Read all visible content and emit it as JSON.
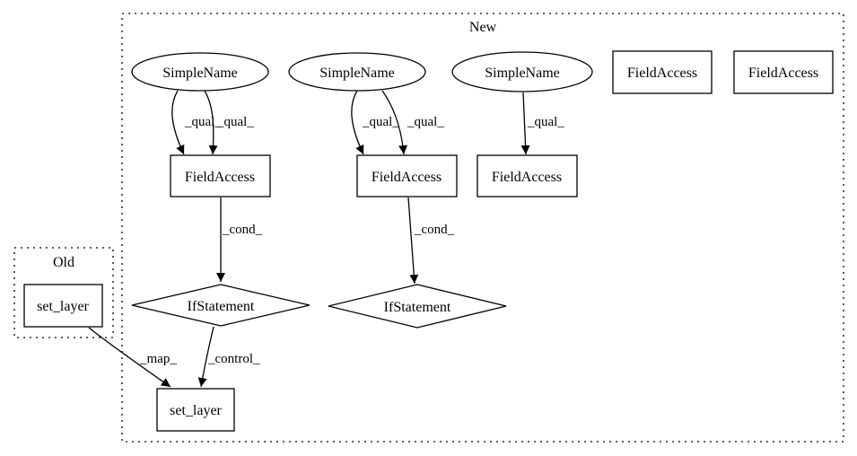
{
  "clusters": {
    "new": {
      "label": "New"
    },
    "old": {
      "label": "Old"
    }
  },
  "nodes": {
    "sn1": {
      "label": "SimpleName",
      "shape": "ellipse"
    },
    "sn2": {
      "label": "SimpleName",
      "shape": "ellipse"
    },
    "sn3": {
      "label": "SimpleName",
      "shape": "ellipse"
    },
    "fa_top1": {
      "label": "FieldAccess",
      "shape": "box"
    },
    "fa_top2": {
      "label": "FieldAccess",
      "shape": "box"
    },
    "fa1": {
      "label": "FieldAccess",
      "shape": "box"
    },
    "fa2": {
      "label": "FieldAccess",
      "shape": "box"
    },
    "fa3": {
      "label": "FieldAccess",
      "shape": "box"
    },
    "if1": {
      "label": "IfStatement",
      "shape": "diamond"
    },
    "if2": {
      "label": "IfStatement",
      "shape": "diamond"
    },
    "set_new": {
      "label": "set_layer",
      "shape": "box"
    },
    "set_old": {
      "label": "set_layer",
      "shape": "box"
    }
  },
  "edges": [
    {
      "from": "SimpleName",
      "to": "FieldAccess",
      "label": "_qual_"
    },
    {
      "from": "SimpleName",
      "to": "FieldAccess",
      "label": "_qual_"
    },
    {
      "from": "SimpleName",
      "to": "FieldAccess",
      "label": "_qual_"
    },
    {
      "from": "SimpleName",
      "to": "FieldAccess",
      "label": "_qual_"
    },
    {
      "from": "SimpleName",
      "to": "FieldAccess",
      "label": "_qual_"
    },
    {
      "from": "FieldAccess",
      "to": "IfStatement",
      "label": "_cond_"
    },
    {
      "from": "FieldAccess",
      "to": "IfStatement",
      "label": "_cond_"
    },
    {
      "from": "IfStatement",
      "to": "set_layer",
      "label": "_control_"
    },
    {
      "from": "set_layer",
      "to": "set_layer",
      "label": "_map_"
    }
  ]
}
